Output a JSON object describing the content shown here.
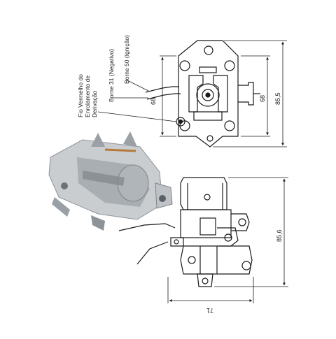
{
  "labels": {
    "fio_vermelho": [
      "Fio Vermelho do",
      "Enrolamento de",
      "Derivação"
    ],
    "borne_31": "Borne 31 (Negativo)",
    "borne_50": "Borne 50 (Ignição)"
  },
  "dimensions": {
    "top_left_height": "68",
    "top_inner_height": "68",
    "top_overall_height": "85,5",
    "side_overall_height": "85,6",
    "side_width": "71"
  },
  "colors": {
    "line": "#1a1a1a",
    "photo_body": "#c9cdd0",
    "photo_shadow": "#8e9398",
    "copper": "#b5793c"
  }
}
